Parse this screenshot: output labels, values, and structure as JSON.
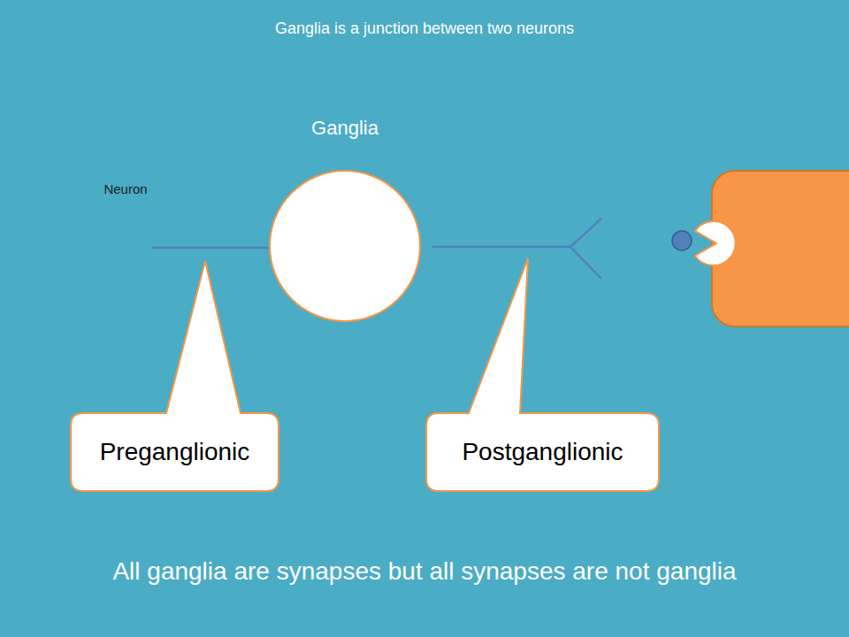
{
  "diagram": {
    "title": "Ganglia is a junction between two neurons",
    "caption": "All ganglia are synapses but all synapses are not ganglia",
    "nodes": [
      {
        "text": [
          "Ganglia"
        ]
      },
      {
        "text": [
          "Preganglionic"
        ]
      },
      {
        "text": [
          "Postganglionic"
        ]
      }
    ],
    "labels": [
      "Neuron"
    ]
  }
}
